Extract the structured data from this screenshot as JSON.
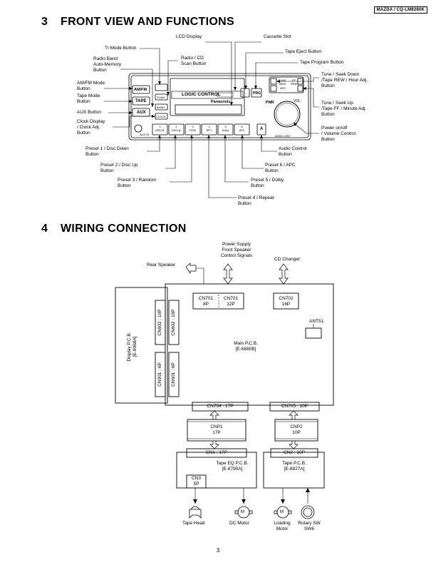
{
  "header": {
    "model": "MAZDA / CQ-LM8280K"
  },
  "section3": {
    "number": "3",
    "title": "FRONT VIEW AND FUNCTIONS",
    "labels": {
      "lcd_display": "LCD Display",
      "cassette_slot": "Cassette Slot",
      "ti_mode": "TI Mode Button",
      "tape_eject": "Tape Eject Button",
      "radio_band": "Radio Band\nAuto-Memory\nButton",
      "radio_cd_scan": "Radio / CD\nScan Button",
      "tape_program": "Tape Program Button",
      "amfm_mode": "AM/FM Mode\nButton",
      "tune_seek_down": "Tune / Seek Down\n/Tape REW / Hour Adj.\nButton",
      "tape_mode": "Tape Mode\nButton",
      "aux_button": "AUX Button",
      "tune_seek_up": "Tune / Seek Up\n/Tape FF / Minute Adj.\nButton",
      "clock_display": "Clock Display\n/ Clock Adj.\nButton",
      "power_volume": "Power on/off\n/ Volume Control\nButton",
      "preset1": "Preset 1 / Disc Down\nButton",
      "audio_control": "Audio Control\nButton",
      "preset2": "Preset 2 / Disc Up\nButton",
      "preset6": "Preset 6 / APC\nButton",
      "preset3": "Preset 3 / Random\nButton",
      "preset5": "Preset 5 / Dolby\nButton",
      "preset4": "Preset 4 / Repeat\nButton"
    },
    "faceplate": {
      "amfm": "AM/FM",
      "tape": "TAPE",
      "aux": "AUX",
      "logic_control": "LOGIC CONTROL",
      "brand": "Panasonic",
      "scan": "SCAN",
      "band": "BAND",
      "clock": "CLOCK",
      "aux_in": "AUX IN",
      "pwr": "PWR",
      "vol": "VOL",
      "audio_ctrl": "AUDIO CONT",
      "tune": "TUNE",
      "seek": "SEEK",
      "apc_small": "APC",
      "ff": "FF",
      "rew": "REW",
      "presets": [
        "1\nDISC▼",
        "2\nDISC▲",
        "3\nRDM",
        "4\nRPT",
        "5\nDolby",
        "6\nAPC"
      ],
      "a_key": "A",
      "prg": "PRG"
    }
  },
  "section4": {
    "number": "4",
    "title": "WIRING CONNECTION",
    "labels": {
      "power_supply": "Power Supply\nFront Speaker\nControl Signals",
      "rear_speaker": "Rear Speaker",
      "cd_changer": "CD Changer",
      "cn701_8p": "CN701\n8P",
      "cn701_12p": "CN701\n12P",
      "cn702": "CN702\n16P",
      "ant51": "ANT51",
      "display_pcb": "Display P.C.B.\n[E-9068A]",
      "cn902": "CN902 : 10P",
      "cn602": "CN602 : 10P",
      "cn901": "CN901 : 6P",
      "cn601": "CN601 : 6P",
      "main_pcb": "Main P.C.B.\n[E-6880B]",
      "cn704": "CN704 : 17P",
      "cn705": "CN705 : 10P",
      "cnp1": "CNP1\n17P",
      "cnp2": "CNP2\n10P",
      "cn1": "CN1 : 17P",
      "cn2": "CN2 : 10P",
      "tape_eq": "Tape EQ P.C.B.\n[E-8790A]",
      "tape_pcb": "Tape P.C.B.\n[E-8827A]",
      "cn3": "CN3\n5P",
      "tape_head": "Tape Head",
      "dc_motor": "DC Motor",
      "loading_motor": "Loading\nMotor",
      "rotary_sw": "Rotary SW\nSW6",
      "motor_symbol": "M"
    }
  },
  "page_number": "3"
}
